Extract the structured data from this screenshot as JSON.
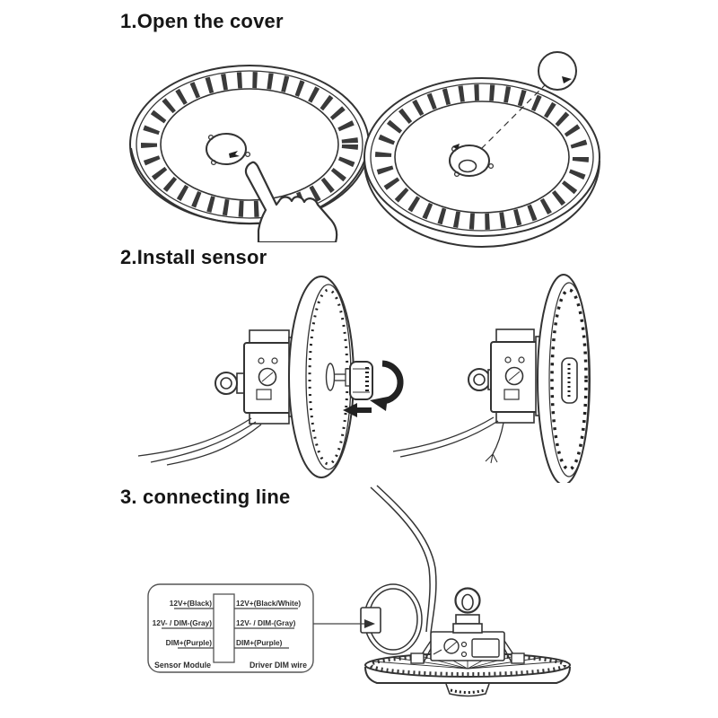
{
  "steps": {
    "step1": {
      "title": "1.Open the cover"
    },
    "step2": {
      "title": "2.Install sensor"
    },
    "step3": {
      "title": "3. connecting line"
    }
  },
  "wiring_diagram": {
    "sensor_module": {
      "footer": "Sensor Module",
      "wires": [
        "12V+(Black)",
        "12V- / DIM-(Gray)",
        "DIM+(Purple)"
      ]
    },
    "driver_dim_wire": {
      "footer": "Driver DIM wire",
      "wires": [
        "12V+(Black/White)",
        "12V- / DIM-(Gray)",
        "DIM+(Purple)"
      ]
    }
  },
  "colors": {
    "background": "#ffffff",
    "line_art": "#333333",
    "text": "#161616"
  }
}
